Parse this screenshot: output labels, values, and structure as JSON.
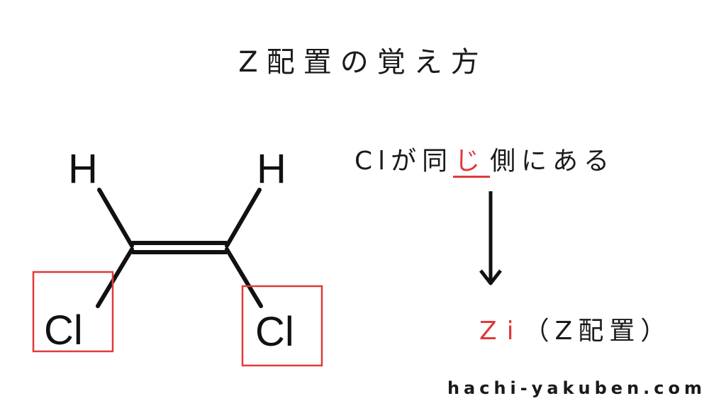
{
  "title": "Z配置の覚え方",
  "molecule": {
    "top_left_atom": "H",
    "top_right_atom": "H",
    "bottom_left_atom": "Cl",
    "bottom_right_atom": "Cl"
  },
  "statement": {
    "before": "Clが同",
    "highlight": "じ",
    "after": "側にある"
  },
  "result": {
    "highlight": "Zi",
    "rest": "（Z配置）"
  },
  "footer": "hachi-yakuben.com",
  "colors": {
    "accent": "#e03a3a",
    "text": "#1a1a1a"
  }
}
